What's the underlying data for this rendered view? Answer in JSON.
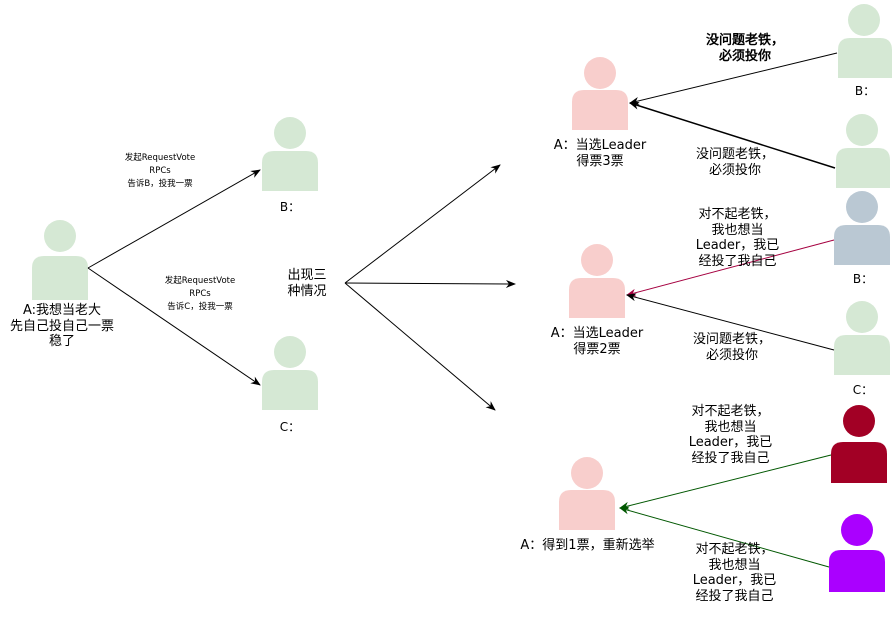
{
  "colors": {
    "green_fill": "#d5e8d4",
    "pink_fill": "#f8cecc",
    "grey_blue_fill": "#bac8d3",
    "dark_red_fill": "#a20025",
    "purple_fill": "#aa00ff",
    "crimson_arrow": "#a50040",
    "green_arrow": "#005700",
    "black_arrow": "#000000"
  },
  "left": {
    "node_a": {
      "lines": [
        "A:我想当老大",
        "先自己投自己一票",
        "稳了"
      ]
    },
    "edge_to_b": {
      "lines": [
        "发起RequestVote",
        "RPCs",
        "告诉B，投我一票"
      ]
    },
    "edge_to_c": {
      "lines": [
        "发起RequestVote",
        "RPCs",
        "告诉C，投我一票"
      ]
    },
    "node_b": {
      "label": "B："
    },
    "node_c": {
      "label": "C："
    },
    "center": {
      "lines": [
        "出现三",
        "种情况"
      ]
    }
  },
  "case1": {
    "a_label": [
      "A：当选Leader",
      "得票3票"
    ],
    "b_reply": [
      "没问题老铁，",
      "必须投你"
    ],
    "c_reply": [
      "没问题老铁，",
      "必须投你"
    ],
    "b_label": "B：",
    "c_label": ""
  },
  "case2": {
    "a_label": [
      "A：当选Leader",
      "得票2票"
    ],
    "b_reply": [
      "对不起老铁，",
      "我也想当",
      "Leader，我已",
      "经投了我自己"
    ],
    "c_reply": [
      "没问题老铁，",
      "必须投你"
    ],
    "b_label": "B：",
    "c_label": "C："
  },
  "case3": {
    "a_label": "A：得到1票，重新选举",
    "b_reply": [
      "对不起老铁，",
      "我也想当",
      "Leader，我已",
      "经投了我自己"
    ],
    "c_reply": [
      "对不起老铁，",
      "我也想当",
      "Leader，我已",
      "经投了我自己"
    ]
  }
}
